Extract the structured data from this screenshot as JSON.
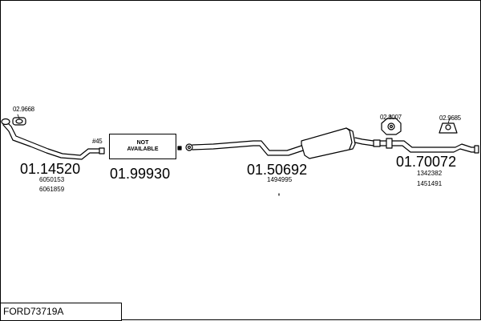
{
  "diagram_code": "FORD73719A",
  "not_available": {
    "line1": "NOT",
    "line2": "AVAILABLE"
  },
  "parts": {
    "front_pipe": {
      "number": "01.14520",
      "refs": [
        "6050153",
        "6061859"
      ]
    },
    "gap_section": {
      "number": "01.99930"
    },
    "middle_silencer": {
      "number": "01.50692",
      "refs": [
        "1494995"
      ]
    },
    "rear_section": {
      "number": "01.70072",
      "refs": [
        "1342382",
        "1451491"
      ]
    }
  },
  "fittings": {
    "front_gasket": "02.9668",
    "front_clamp": "#45",
    "rear_hanger_1": "02.8007",
    "rear_hanger_2": "02.9685"
  },
  "colors": {
    "line": "#000000",
    "background": "#ffffff"
  }
}
